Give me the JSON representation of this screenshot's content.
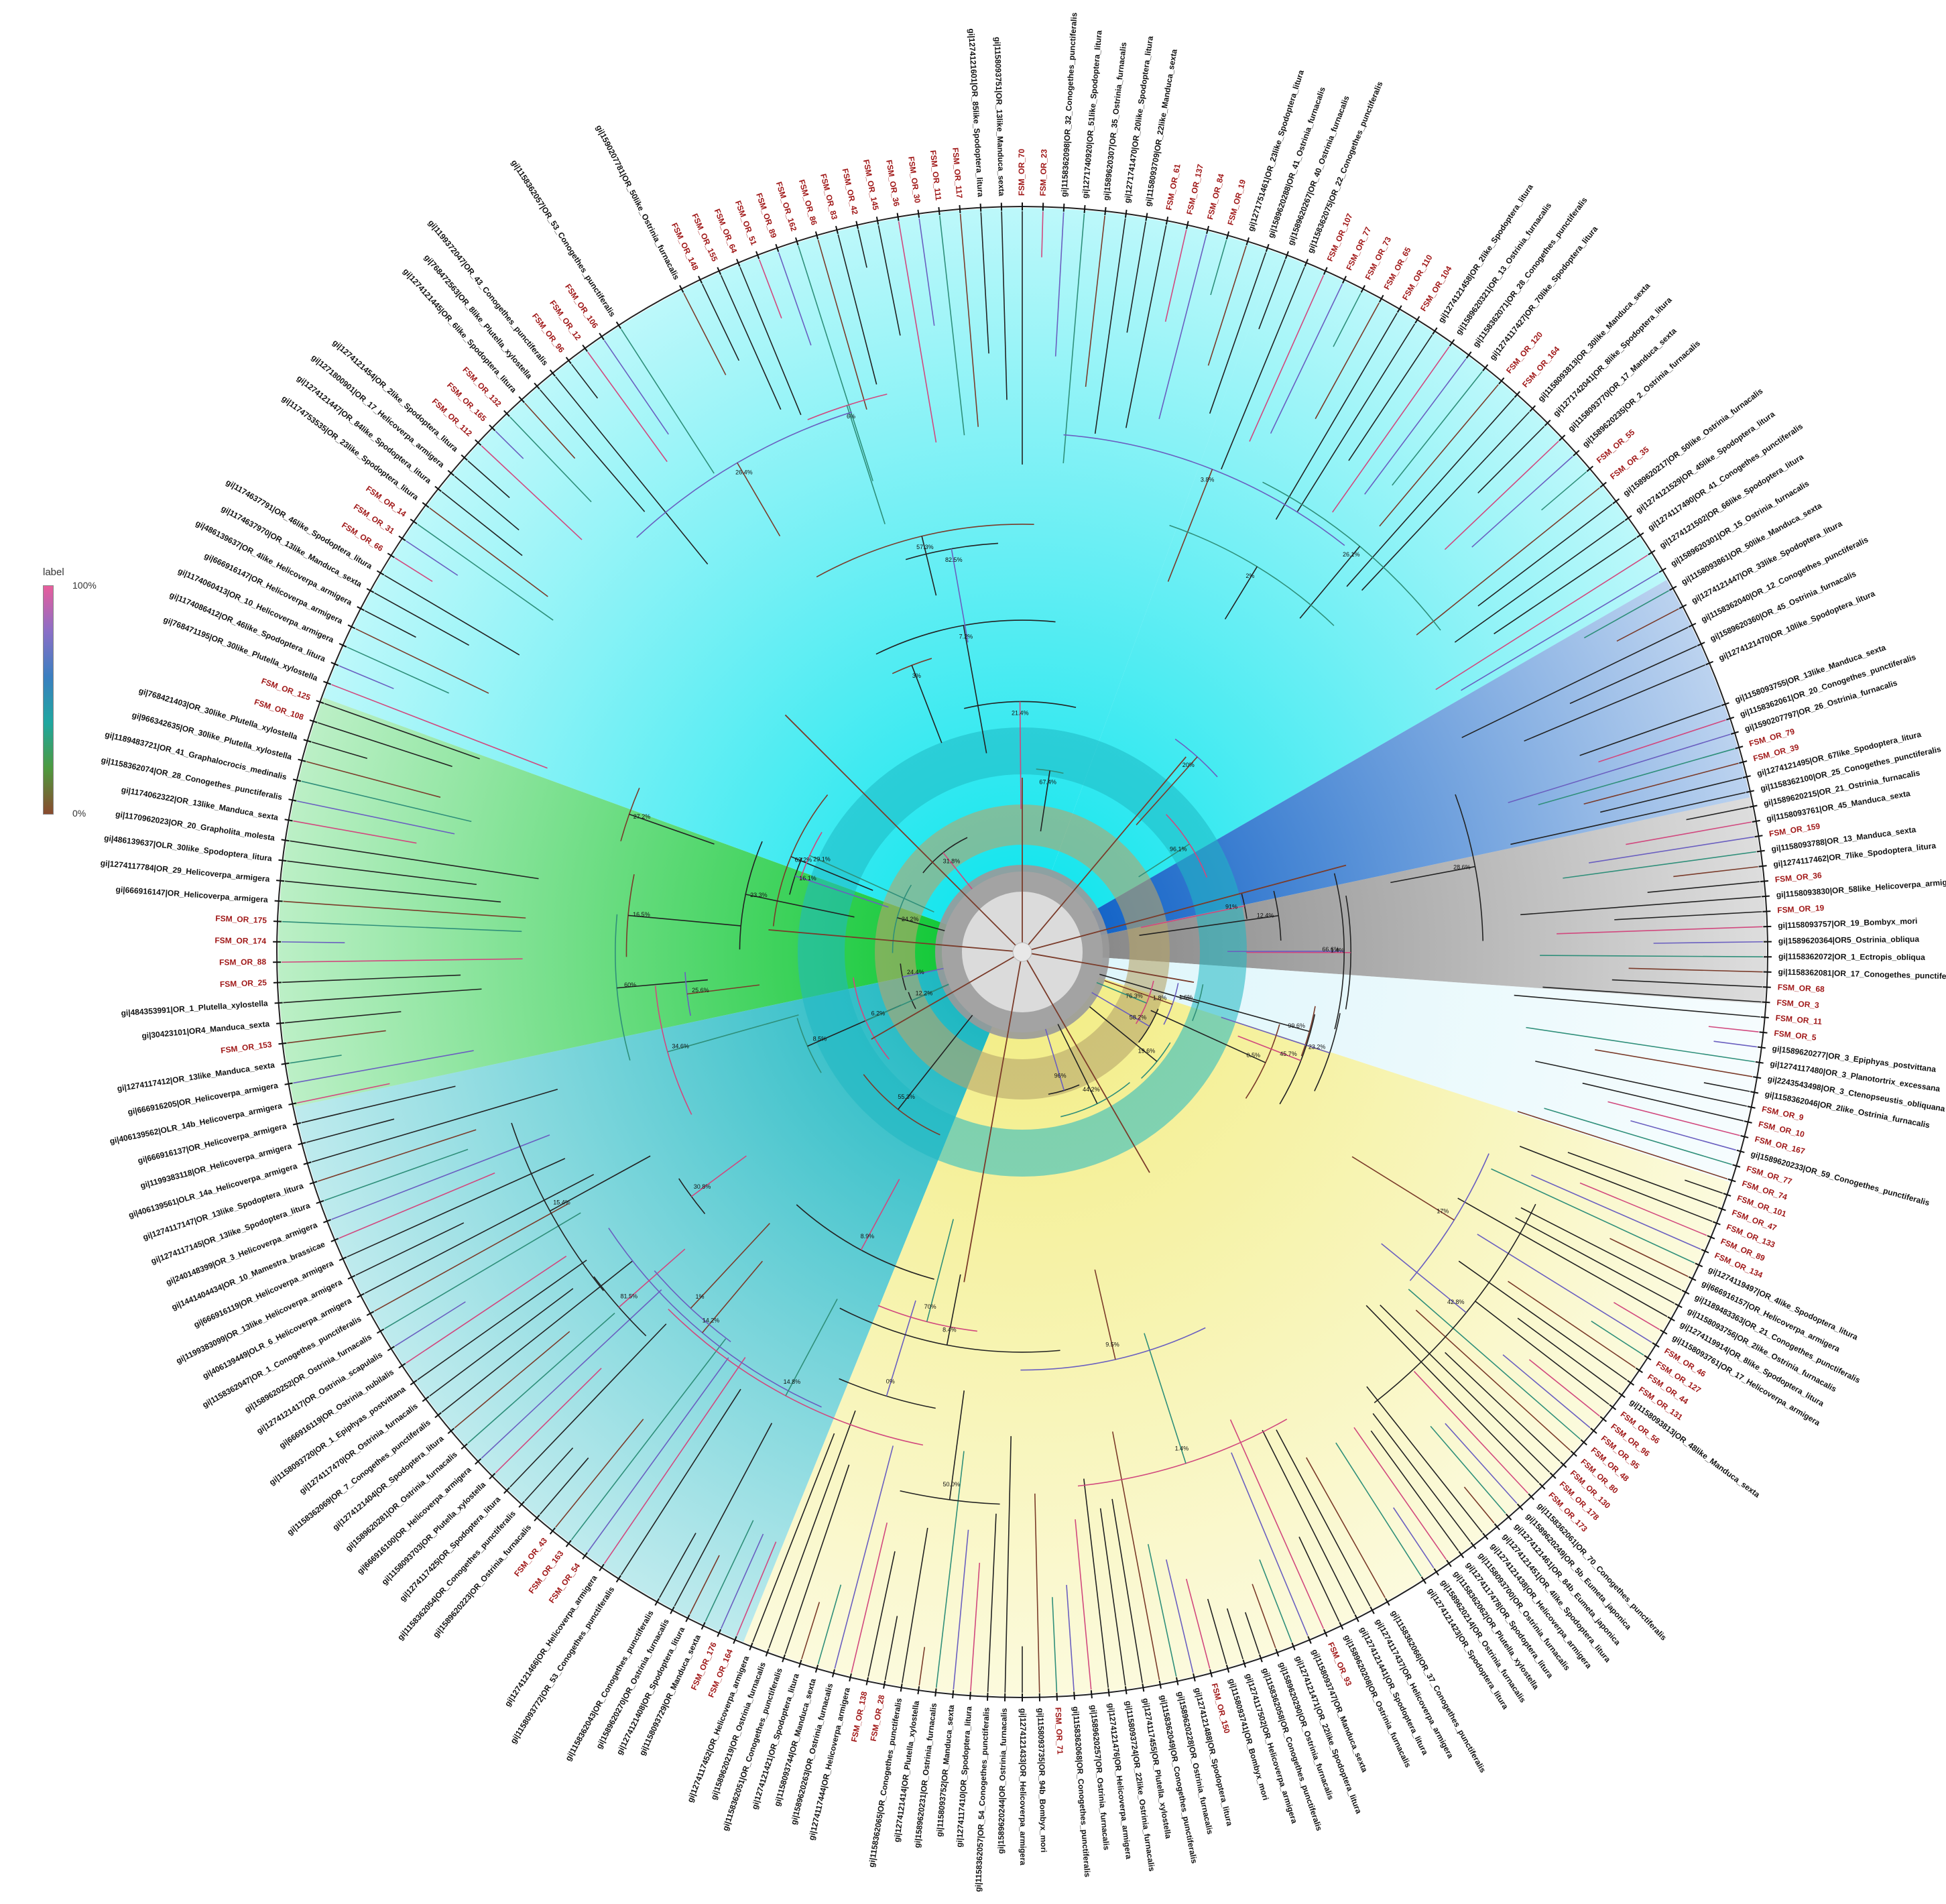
{
  "legend": {
    "title": "label",
    "max_label": "100%",
    "min_label": "0%",
    "gradient_colors": [
      "#e75d9c",
      "#8a6fc7",
      "#3a7fc0",
      "#1fa7a0",
      "#4e9a3f",
      "#8a4a2e"
    ]
  },
  "clade_colors": {
    "cyan": "#19e6ee",
    "teal": "#1fb8c2",
    "green": "#16c93a",
    "blue": "#1565c8",
    "grey": "#8a8a8a",
    "yellow": "#f3ee8a",
    "tan": "#b5a56a",
    "fsm_highlight": "#a01818",
    "reference_text": "#111111"
  },
  "labels_top": [
    "gi|1590207781|OR_50like_Ostrinia_furnacalis",
    "FSM_OR_148",
    "FSM_OR_155",
    "FSM_OR_64",
    "FSM_OR_51",
    "FSM_OR_89",
    "FSM_OR_162",
    "FSM_OR_86",
    "FSM_OR_83",
    "FSM_OR_42",
    "FSM_OR_145",
    "FSM_OR_36",
    "FSM_OR_30",
    "FSM_OR_111",
    "FSM_OR_117",
    "gi|1274121601|OR_85like_Spodoptera_litura",
    "gi|1158093751|OR_13like_Manduca_sexta",
    "FSM_OR_70",
    "FSM_OR_23",
    "gi|1158362098|OR_32_Conogethes_punctiferalis",
    "gi|1271740920|OR_51like_Spodoptera_litura",
    "gi|1589620307|OR_35_Ostrinia_furnacalis",
    "gi|1271741470|OR_20like_Spodoptera_litura",
    "gi|1158093709|OR_22like_Manduca_sexta",
    "FSM_OR_61",
    "FSM_OR_137",
    "FSM_OR_84",
    "FSM_OR_19",
    "gi|1271751461|OR_23like_Spodoptera_litura",
    "gi|1589620288|OR_41_Ostrinia_furnacalis",
    "gi|1589620267|OR_40_Ostrinia_furnacalis",
    "gi|1158362075|OR_22_Conogethes_punctiferalis",
    "FSM_OR_107",
    "FSM_OR_77",
    "FSM_OR_73",
    "FSM_OR_65",
    "FSM_OR_110",
    "FSM_OR_104",
    "gi|1274121458|OR_2like_Spodoptera_litura",
    "gi|1589620321|OR_13_Ostrinia_furnacalis",
    "gi|1158362071|OR_28_Conogethes_punctiferalis",
    "gi|1274117427|OR_70like_Spodoptera_litura",
    "FSM_OR_120",
    "FSM_OR_164",
    "gi|1158093813|OR_30like_Manduca_sexta",
    "gi|1271742041|OR_8like_Spodoptera_litura",
    "gi|1158093770|OR_17_Manduca_sexta",
    "gi|1589620235|OR_2_Ostrinia_furnacalis",
    "FSM_OR_55",
    "FSM_OR_35",
    "gi|1589620217|OR_50like_Ostrinia_furnacalis",
    "gi|1274121529|OR_45like_Spodoptera_litura",
    "gi|1274117490|OR_41_Conogethes_punctiferalis",
    "gi|1274121502|OR_66like_Spodoptera_litura",
    "gi|1589620301|OR_15_Ostrinia_furnacalis",
    "gi|1158093861|OR_50like_Manduca_sexta",
    "gi|1274121447|OR_33like_Spodoptera_litura",
    "gi|1158362040|OR_12_Conogethes_punctiferalis",
    "gi|1589620360|OR_45_Ostrinia_furnacalis",
    "gi|1274121470|OR_10like_Spodoptera_litura"
  ],
  "labels_right": [
    "gi|1158093755|OR_13like_Manduca_sexta",
    "gi|1158362061|OR_20_Conogethes_punctiferalis",
    "gi|1590207797|OR_26_Ostrinia_furnacalis",
    "FSM_OR_79",
    "FSM_OR_39",
    "gi|1274121495|OR_67like_Spodoptera_litura",
    "gi|1158362100|OR_25_Conogethes_punctiferalis",
    "gi|1589620215|OR_21_Ostrinia_furnacalis",
    "gi|1158093761|OR_45_Manduca_sexta",
    "FSM_OR_159",
    "gi|1158093788|OR_13_Manduca_sexta",
    "gi|1274117462|OR_7like_Spodoptera_litura",
    "FSM_OR_36",
    "gi|1158093830|OR_58like_Helicoverpa_armigera",
    "FSM_OR_19",
    "gi|1158093757|OR_19_Bombyx_mori",
    "gi|1589620364|OR5_Ostrinia_obliqua",
    "gi|1158362072|OR_1_Ectropis_obliqua",
    "gi|1158362081|OR_17_Conogethes_punctiferalis",
    "FSM_OR_68",
    "FSM_OR_3",
    "FSM_OR_11",
    "FSM_OR_5",
    "gi|1589620277|OR_3_Epiphyas_postvittana",
    "gi|1274117480|OR_3_Planotortrix_excessana",
    "gi|2243543498|OR_3_Ctenopseustis_obliquana",
    "gi|1158362046|OR_2like_Ostrinia_furnacalis",
    "FSM_OR_9",
    "FSM_OR_10",
    "FSM_OR_167",
    "gi|1589620233|OR_59_Conogethes_punctiferalis",
    "FSM_OR_77",
    "FSM_OR_74",
    "FSM_OR_101",
    "FSM_OR_47",
    "FSM_OR_133",
    "FSM_OR_89",
    "FSM_OR_134",
    "gi|1274119497|OR_4like_Spodoptera_litura",
    "gi|666916157|OR_Helicoverpa_armigera",
    "gi|1189483363|OR_21_Conogethes_punctiferalis",
    "gi|1158093756|OR_2like_Ostrinia_furnacalis",
    "gi|1274119914|OR_8like_Spodoptera_litura",
    "gi|1158093761|OR_17_Helicoverpa_armigera",
    "FSM_OR_46",
    "FSM_OR_127",
    "FSM_OR_44",
    "FSM_OR_131",
    "gi|1158093813|OR_48like_Manduca_sexta",
    "FSM_OR_56",
    "FSM_OR_96",
    "FSM_OR_95",
    "FSM_OR_48",
    "FSM_OR_80",
    "FSM_OR_130",
    "FSM_OR_178",
    "FSM_OR_173",
    "gi|1158362061|OR_70_Conogethes_punctiferalis",
    "gi|1589620249|OR_5b_Eumeta_japonica",
    "gi|1274121461|OR_84b_Eumeta_japonica",
    "gi|1274121451|OR_4like_Spodoptera_litura",
    "gi|1274121438|OR_Helicoverpa_armigera",
    "gi|1158093700|OR_Ostrinia_furnacalis",
    "gi|1274117478|OR_Spodoptera_litura",
    "gi|1158362062|OR_Plutella_xylostella",
    "gi|1589620214|OR_Ostrinia_furnacalis",
    "gi|1274121423|OR_Spodoptera_litura"
  ],
  "labels_bottom": [
    "gi|1158362066|OR_37_Conogethes_punctiferalis",
    "gi|1274117437|OR_Helicoverpa_armigera",
    "gi|1274121441|OR_Spodoptera_litura",
    "gi|1589620208|OR_Ostrinia_furnacalis",
    "FSM_OR_93",
    "gi|1158093747|OR_Manduca_sexta",
    "gi|1274121471|OR_22like_Spodoptera_litura",
    "gi|1589620290|OR_Ostrinia_furnacalis",
    "gi|1158362058|OR_Conogethes_punctiferalis",
    "gi|1274117502|OR_Helicoverpa_armigera",
    "gi|1158093741|OR_Bombyx_mori",
    "FSM_OR_150",
    "gi|1274121488|OR_Spodoptera_litura",
    "gi|1589620228|OR_Ostrinia_furnacalis",
    "gi|1158362049|OR_Conogethes_punctiferalis",
    "gi|1274117455|OR_Plutella_xylostella",
    "gi|1158093724|OR_22like_Ostrinia_furnacalis",
    "gi|1274121476|OR_Helicoverpa_armigera",
    "gi|1589620257|OR_Ostrinia_furnacalis",
    "gi|1158362068|OR_Conogethes_punctiferalis",
    "FSM_OR_71",
    "gi|1158093735|OR_94b_Bombyx_mori",
    "gi|1274121433|OR_Helicoverpa_armigera",
    "gi|1589620244|OR_Ostrinia_furnacalis",
    "gi|1158362057|OR_54_Conogethes_punctiferalis",
    "gi|1274117410|OR_Spodoptera_litura",
    "gi|1158093752|OR_Manduca_sexta",
    "gi|1589620231|OR_Ostrinia_furnacalis",
    "gi|1274121414|OR_Plutella_xylostella",
    "gi|1158362065|OR_Conogethes_punctiferalis",
    "FSM_OR_28",
    "FSM_OR_138",
    "gi|1274117444|OR_Helicoverpa_armigera",
    "gi|1589620263|OR_Ostrinia_furnacalis",
    "gi|1158093744|OR_Manduca_sexta",
    "gi|1274121421|OR_Spodoptera_litura",
    "gi|1158362051|OR_Conogethes_punctiferalis",
    "gi|1589620219|OR_Ostrinia_furnacalis",
    "gi|1274117452|OR_Helicoverpa_armigera",
    "FSM_OR_164",
    "FSM_OR_176",
    "gi|1158093729|OR_Manduca_sexta",
    "gi|1274121408|OR_Spodoptera_litura",
    "gi|1589620270|OR_Ostrinia_furnacalis",
    "gi|1158362043|OR_Conogethes_punctiferalis"
  ],
  "labels_left": [
    "gi|1158093772|OR_53_Conogethes_punctiferalis",
    "gi|1274121466|OR_Helicoverpa_armigera",
    "FSM_OR_54",
    "FSM_OR_163",
    "FSM_OR_43",
    "gi|1589620223|OR_Ostrinia_furnacalis",
    "gi|1158362054|OR_Conogethes_punctiferalis",
    "gi|1274117425|OR_Spodoptera_litura",
    "gi|1158093703|OR_Plutella_xylostella",
    "gi|666916100|OR_Helicoverpa_armigera",
    "gi|1589620281|OR_Ostrinia_furnacalis",
    "gi|1274121404|OR_Spodoptera_litura",
    "gi|1158362069|OR_7_Conogethes_punctiferalis",
    "gi|1274117470|OR_Ostrinia_furnacalis",
    "gi|1158093720|OR_1_Epiphyas_postvittana",
    "gi|666916119|OR_Ostrinia_nubilalis",
    "gi|1274121417|OR_Ostrinia_scapulalis",
    "gi|1589620252|OR_Ostrinia_furnacalis",
    "gi|1158362047|OR_1_Conogethes_punctiferalis",
    "gi|406139449|OLR_6_Helicoverpa_armigera",
    "gi|1199383099|OR_13like_Helicoverpa_armigera",
    "gi|666916119|OR_Helicoverpa_armigera",
    "gi|1441404434|OR_10_Mamestra_brassicae",
    "gi|240148399|OR_3_Helicoverpa_armigera",
    "gi|1274117145|OR_13like_Spodoptera_litura",
    "gi|1274117147|OR_13like_Spodoptera_litura",
    "gi|406139561|OLR_14a_Helicoverpa_armigera",
    "gi|1199383118|OR_Helicoverpa_armigera",
    "gi|666916137|OR_Helicoverpa_armigera",
    "gi|406139562|OLR_14b_Helicoverpa_armigera",
    "gi|666916205|OR_Helicoverpa_armigera",
    "gi|1274117412|OR_13like_Manduca_sexta",
    "FSM_OR_153",
    "gi|30423101|OR4_Manduca_sexta",
    "gi|484353991|OR_1_Plutella_xylostella",
    "FSM_OR_25",
    "FSM_OR_88",
    "FSM_OR_174",
    "FSM_OR_175",
    "gi|666916147|OR_Helicoverpa_armigera",
    "gi|1274117784|OR_29_Helicoverpa_armigera",
    "gi|486139637|OLR_30like_Spodoptera_litura",
    "gi|1170962023|OR_20_Grapholita_molesta",
    "gi|1174062322|OR_13like_Manduca_sexta",
    "gi|1158362074|OR_28_Conogethes_punctiferalis",
    "gi|1189483721|OR_41_Graphalocrocis_medinalis",
    "gi|966342635|OR_30like_Plutella_xylostella",
    "gi|768421403|OR_30like_Plutella_xylostella",
    "FSM_OR_108",
    "FSM_OR_125",
    "gi|768471195|OR_30like_Plutella_xylostella",
    "gi|1174086412|OR_46like_Spodoptera_litura",
    "gi|1174060413|OR_10_Helicoverpa_armigera",
    "gi|666916147|OR_Helicoverpa_armigera",
    "gi|486139637|OR_4like_Helicoverpa_armigera",
    "gi|1174637970|OR_13like_Manduca_sexta",
    "gi|1174637791|OR_46like_Spodoptera_litura",
    "FSM_OR_66",
    "FSM_OR_31",
    "FSM_OR_14",
    "gi|1174753535|OR_23like_Spodoptera_litura",
    "gi|1274121447|OR_84like_Spodoptera_litura",
    "gi|1271800901|OR_17_Helicoverpa_armigera",
    "gi|1274121454|OR_2like_Spodoptera_litura",
    "FSM_OR_112",
    "FSM_OR_165",
    "FSM_OR_132",
    "gi|1274121445|OR_6like_Spodoptera_litura",
    "gi|768472563|OR_8like_Plutella_xylostella",
    "gi|1199372047|OR_43_Conogethes_punctiferalis",
    "FSM_OR_96",
    "FSM_OR_12",
    "FSM_OR_106",
    "gi|1158362057|OR_53_Conogethes_punctiferalis"
  ],
  "support_values": [
    "0%",
    "1.4%",
    "14.2%",
    "1.6%",
    "62.2%",
    "50.0%",
    "21.4%",
    "42.8%",
    "70%",
    "17%",
    "60%",
    "99.6%",
    "7.2%",
    "81.5%",
    "96%",
    "14.8%",
    "25.6%",
    "8.5%",
    "16.5%",
    "12.2%",
    "30.8%",
    "23.2%",
    "96.1%",
    "3.8%",
    "24.2%",
    "27.2%",
    "8.4%",
    "31.8%",
    "58.2%",
    "34.6%",
    "1.8%",
    "19.6%",
    "0.5%",
    "15.4%",
    "8.9%",
    "82.5%",
    "6.2%",
    "1%",
    "44.2%",
    "3%",
    "28.6%",
    "1.4%",
    "66.6%",
    "6%",
    "20%",
    "26.1%",
    "55.3%",
    "23.3%",
    "45.7%",
    "24.4%",
    "29.1%",
    "9.5%",
    "67.4%",
    "57.3%",
    "12.4%",
    "91%",
    "16.1%",
    "76.3%",
    "26.4%",
    "2%"
  ]
}
